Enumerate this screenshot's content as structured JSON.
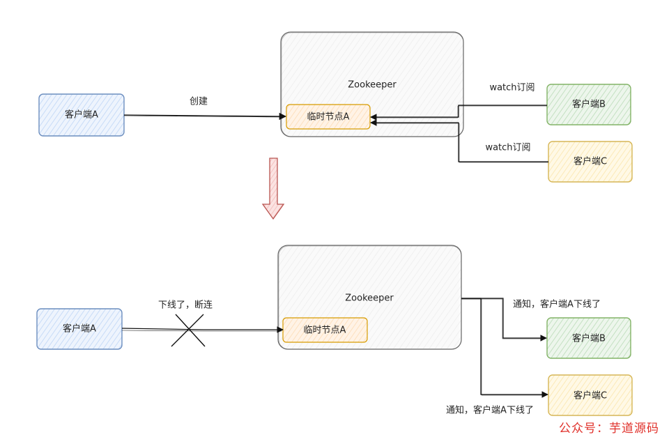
{
  "top": {
    "client_a": "客户端A",
    "client_b": "客户端B",
    "client_c": "客户端C",
    "zookeeper": "Zookeeper",
    "temp_node": "临时节点A",
    "create_label": "创建",
    "watch_b_label": "watch订阅",
    "watch_c_label": "watch订阅"
  },
  "bottom": {
    "client_a": "客户端A",
    "client_b": "客户端B",
    "client_c": "客户端C",
    "zookeeper": "Zookeeper",
    "temp_node": "临时节点A",
    "disconnect_label": "下线了，断连",
    "notify_b_label": "通知，客户端A下线了",
    "notify_c_label": "通知，客户端A下线了"
  },
  "watermark": "公众号：芋道源码",
  "colors": {
    "blue_fill": "#dae8fc",
    "blue_stroke": "#6c8ebf",
    "green_fill": "#d5e8d4",
    "green_stroke": "#82b366",
    "yellow_fill": "#fff2cc",
    "yellow_stroke": "#d6b656",
    "orange_fill": "#ffe6cc",
    "orange_stroke": "#d79b00",
    "gray_fill": "#f5f5f5",
    "gray_stroke": "#666666",
    "red_fill": "#f8cecc",
    "red_stroke": "#b85450"
  }
}
